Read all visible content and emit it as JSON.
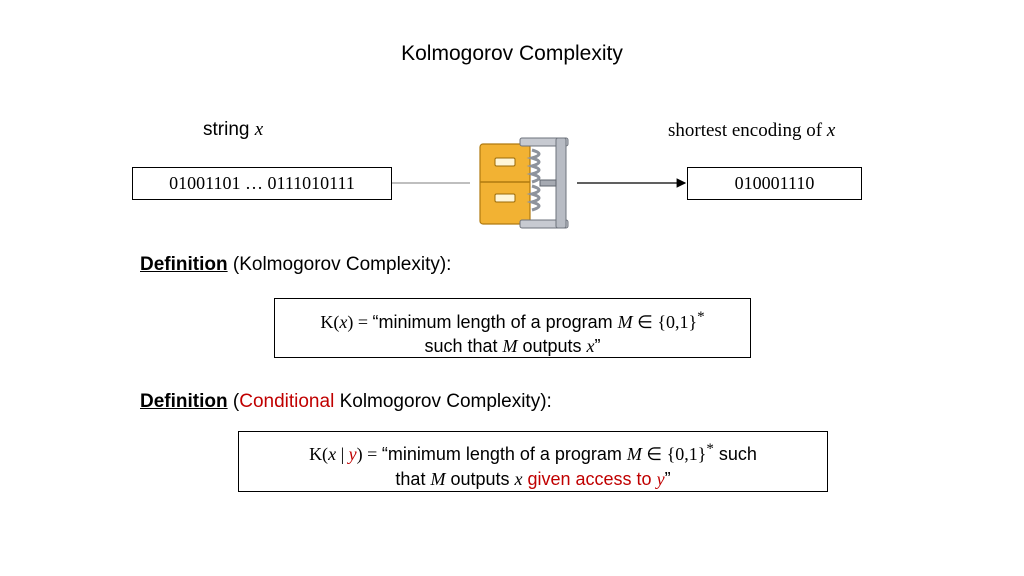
{
  "slide": {
    "title": "Kolmogorov Complexity"
  },
  "diagram": {
    "string_label": "string",
    "string_var": "x",
    "encoding_label": "shortest encoding of",
    "encoding_var": "x",
    "input_bits": "01001101 … 0111010111",
    "output_bits": "010001110",
    "compressor_icon": "zip-compressor-icon"
  },
  "definitions": [
    {
      "keyword": "Definition",
      "open": "(",
      "highlight": "",
      "rest": "Kolmogorov Complexity):",
      "formula": {
        "lhs_fn": "K(",
        "lhs_var": "x",
        "lhs_close": ") = ",
        "text1": "“minimum length of a program ",
        "prog": "M",
        "set": " ∈ {0,1}",
        "star": "*",
        "text2": "such that ",
        "prog2": "M",
        "text3": " outputs ",
        "out": "x",
        "end": "”"
      }
    },
    {
      "keyword": "Definition",
      "open": "(",
      "highlight": "Conditional",
      "rest": " Kolmogorov Complexity):",
      "formula": {
        "lhs_fn": "K(",
        "lhs_var": "x",
        "lhs_bar": " | ",
        "lhs_cond": "y",
        "lhs_close": ") = ",
        "text1": "“minimum length of a program ",
        "prog": "M",
        "set": " ∈ {0,1}",
        "star": "*",
        "text1b": " such",
        "text2": "that ",
        "prog2": "M",
        "text3": " outputs ",
        "out": "x",
        "given": " given access to ",
        "cond": "y",
        "end": "”"
      }
    }
  ],
  "colors": {
    "highlight": "#c00000",
    "icon_body": "#f2b233",
    "icon_clamp": "#b8bcc4"
  }
}
